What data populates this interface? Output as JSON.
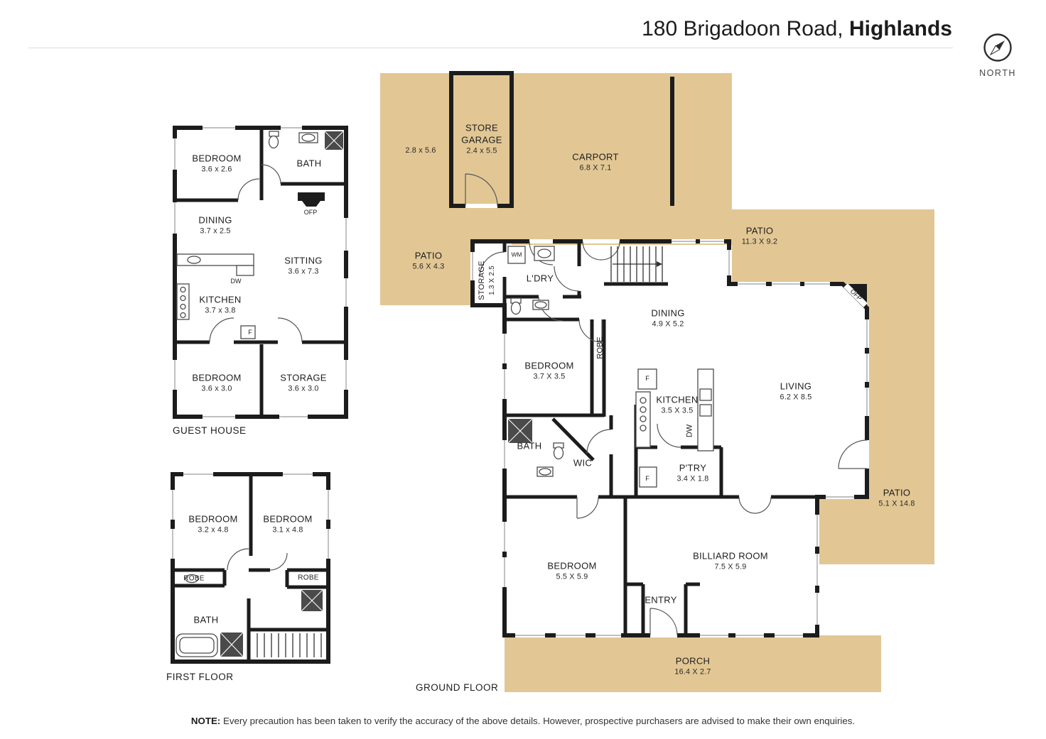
{
  "header": {
    "address": "180 Brigadoon Road, ",
    "suburb": "Highlands",
    "north": "NORTH"
  },
  "note": {
    "label": "NOTE:",
    "text": " Every precaution has been taken to verify the accuracy of the above details. However, prospective purchasers are advised to make their own enquiries."
  },
  "colors": {
    "outdoor_tan": "#e2c794",
    "wall": "#1c1c1c"
  },
  "guest_house": {
    "title": "GUEST HOUSE",
    "bedroom1": {
      "name": "BEDROOM",
      "dims": "3.6 x 2.6"
    },
    "bath": {
      "name": "BATH"
    },
    "dining": {
      "name": "DINING",
      "dims": "3.7 x 2.5"
    },
    "sitting": {
      "name": "SITTING",
      "dims": "3.6 x 7.3"
    },
    "kitchen": {
      "name": "KITCHEN",
      "dims": "3.7 x 3.8"
    },
    "bedroom2": {
      "name": "BEDROOM",
      "dims": "3.6 x 3.0"
    },
    "storage": {
      "name": "STORAGE",
      "dims": "3.6 x 3.0"
    },
    "ofp": "OFP",
    "dw": "DW",
    "fridge": "F"
  },
  "first_floor": {
    "title": "FIRST FLOOR",
    "bedroom1": {
      "name": "BEDROOM",
      "dims": "3.2 x 4.8"
    },
    "bedroom2": {
      "name": "BEDROOM",
      "dims": "3.1 x 4.8"
    },
    "robe1": "ROBE",
    "robe2": "ROBE",
    "bath": "BATH"
  },
  "ground_floor": {
    "title": "GROUND FLOOR",
    "patio_top": {
      "dims": "2.8 x 5.6"
    },
    "store_garage": {
      "line1": "STORE",
      "line2": "GARAGE",
      "dims": "2.4 x 5.5"
    },
    "carport": {
      "name": "CARPORT",
      "dims": "6.8 X 7.1"
    },
    "patio_left": {
      "name": "PATIO",
      "dims": "5.6 X 4.3"
    },
    "patio_right": {
      "name": "PATIO",
      "dims": "11.3 X 9.2"
    },
    "patio_side": {
      "name": "PATIO",
      "dims": "5.1 X 14.8"
    },
    "storage": {
      "name": "STORAGE",
      "dims": "1.3 X 2.5"
    },
    "laundry": {
      "name": "L'DRY"
    },
    "wm": "WM",
    "dining": {
      "name": "DINING",
      "dims": "4.9 X 5.2"
    },
    "bedroom1": {
      "name": "BEDROOM",
      "dims": "3.7 X 3.5"
    },
    "robe": "ROBE",
    "kitchen": {
      "name": "KITCHEN",
      "dims": "3.5 X 3.5"
    },
    "living": {
      "name": "LIVING",
      "dims": "6.2 X 8.5"
    },
    "ofp": "OFP",
    "bath": "BATH",
    "wic": "WIC",
    "pantry": {
      "name": "P'TRY",
      "dims": "3.4 X 1.8"
    },
    "bedroom2": {
      "name": "BEDROOM",
      "dims": "5.5 X 5.9"
    },
    "billiard": {
      "name": "BILLIARD ROOM",
      "dims": "7.5 X 5.9"
    },
    "entry": {
      "name": "ENTRY"
    },
    "porch": {
      "name": "PORCH",
      "dims": "16.4 X 2.7"
    },
    "fridge1": "F",
    "fridge2": "F",
    "dw": "DW"
  }
}
